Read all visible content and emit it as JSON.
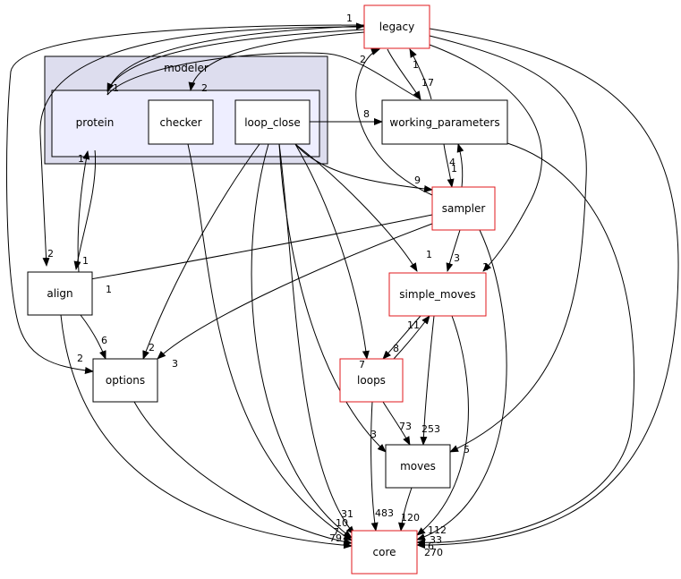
{
  "cluster": {
    "label": "modeler"
  },
  "nodes": {
    "legacy": "legacy",
    "protein": "protein",
    "checker": "checker",
    "loop_close": "loop_close",
    "working_parameters": "working_parameters",
    "sampler": "sampler",
    "align": "align",
    "simple_moves": "simple_moves",
    "options": "options",
    "loops": "loops",
    "moves": "moves",
    "core": "core"
  },
  "edge_counts": {
    "to_legacy_1": "1",
    "legacy_protein_1": "1",
    "legacy_checker_2": "2",
    "sampler_legacy_2": "2",
    "legacy_wp_1": "1",
    "wp_legacy_17": "17",
    "loopclose_wp_8": "8",
    "wp_sampler_4": "4",
    "sampler_wp_1": "1",
    "loopclose_sampler_9": "9",
    "align_protein_1": "1",
    "protein_align_1": "1",
    "to_align_2": "2",
    "sampler_align_1": "1",
    "loopclose_sm_1": "1",
    "sampler_sm_3": "3",
    "legacy_sm_1": "1",
    "align_options_6": "6",
    "to_options_2": "2",
    "loopclose_options_2": "2",
    "sampler_options_3": "3",
    "loopclose_loops_7": "7",
    "sm_loops_11": "11",
    "loops_sm_8": "8",
    "loops_moves_73": "73",
    "sm_moves_253": "253",
    "legacy_moves_5": "5",
    "core_31": "31",
    "core_10": "10",
    "core_7": "7",
    "core_79": "79",
    "loops_core_3": "3",
    "core_483": "483",
    "moves_core_120": "120",
    "core_112": "112",
    "core_33": "33",
    "core_6": "6",
    "core_270": "270"
  }
}
